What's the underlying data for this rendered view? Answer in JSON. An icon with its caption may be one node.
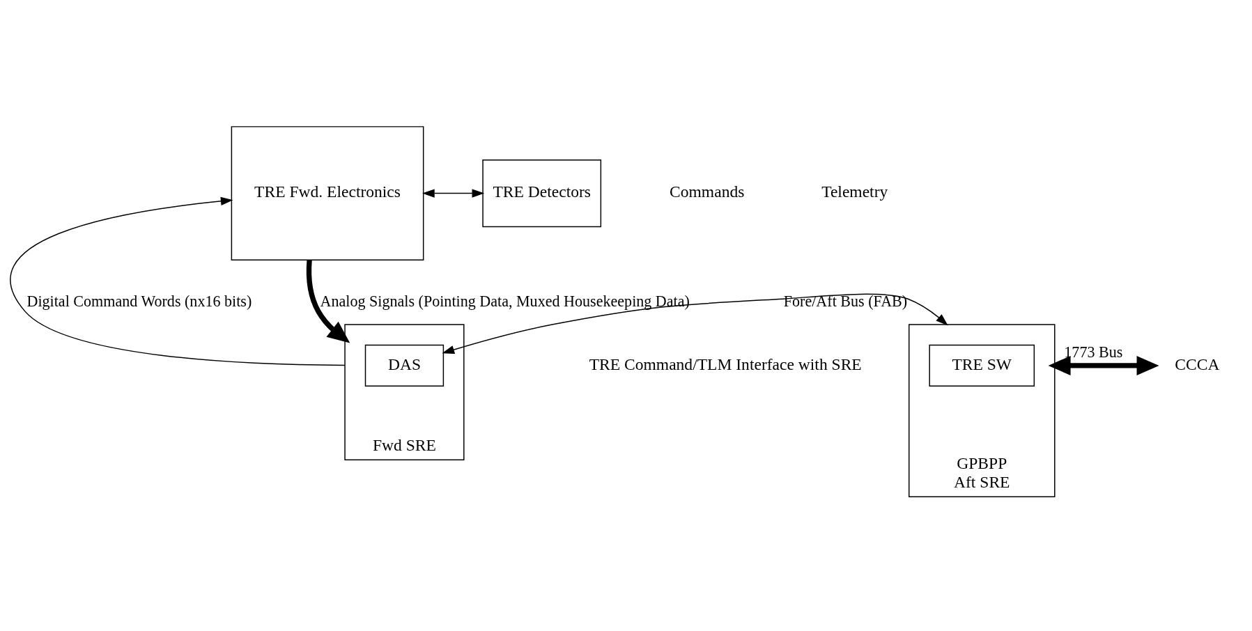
{
  "diagram": {
    "nodes": [
      {
        "text": [
          "TRE Fwd. Electronics"
        ]
      },
      {
        "text": [
          "TRE Detectors"
        ]
      },
      {
        "text": [
          "Fwd SRE"
        ]
      },
      {
        "text": [
          "DAS"
        ],
        "in": 2
      },
      {
        "text": [
          "GPBPP",
          "Aft SRE"
        ]
      },
      {
        "text": [
          "TRE SW"
        ],
        "in": 4
      },
      {
        "text": [
          "CCCA"
        ]
      }
    ],
    "edges": [
      {
        "from": 0,
        "to": 1,
        "arrow": "both"
      },
      {
        "from": 2,
        "to": 0,
        "arrow": "to",
        "label": "Digital Command Words (nx16 bits)"
      },
      {
        "from": 0,
        "to": 2,
        "arrow": "to",
        "style": "thick",
        "label": "Analog Signals (Pointing Data, Muxed Housekeeping Data)"
      },
      {
        "from": 3,
        "to": 4,
        "arrow": "both",
        "label": "Fore/Aft Bus (FAB)"
      },
      {
        "from": 4,
        "to": 6,
        "arrow": "both",
        "style": "thick",
        "label": "1773 Bus"
      }
    ],
    "labels": [
      "TRE Command/TLM Interface with SRE",
      "Commands",
      "Telemetry"
    ]
  }
}
